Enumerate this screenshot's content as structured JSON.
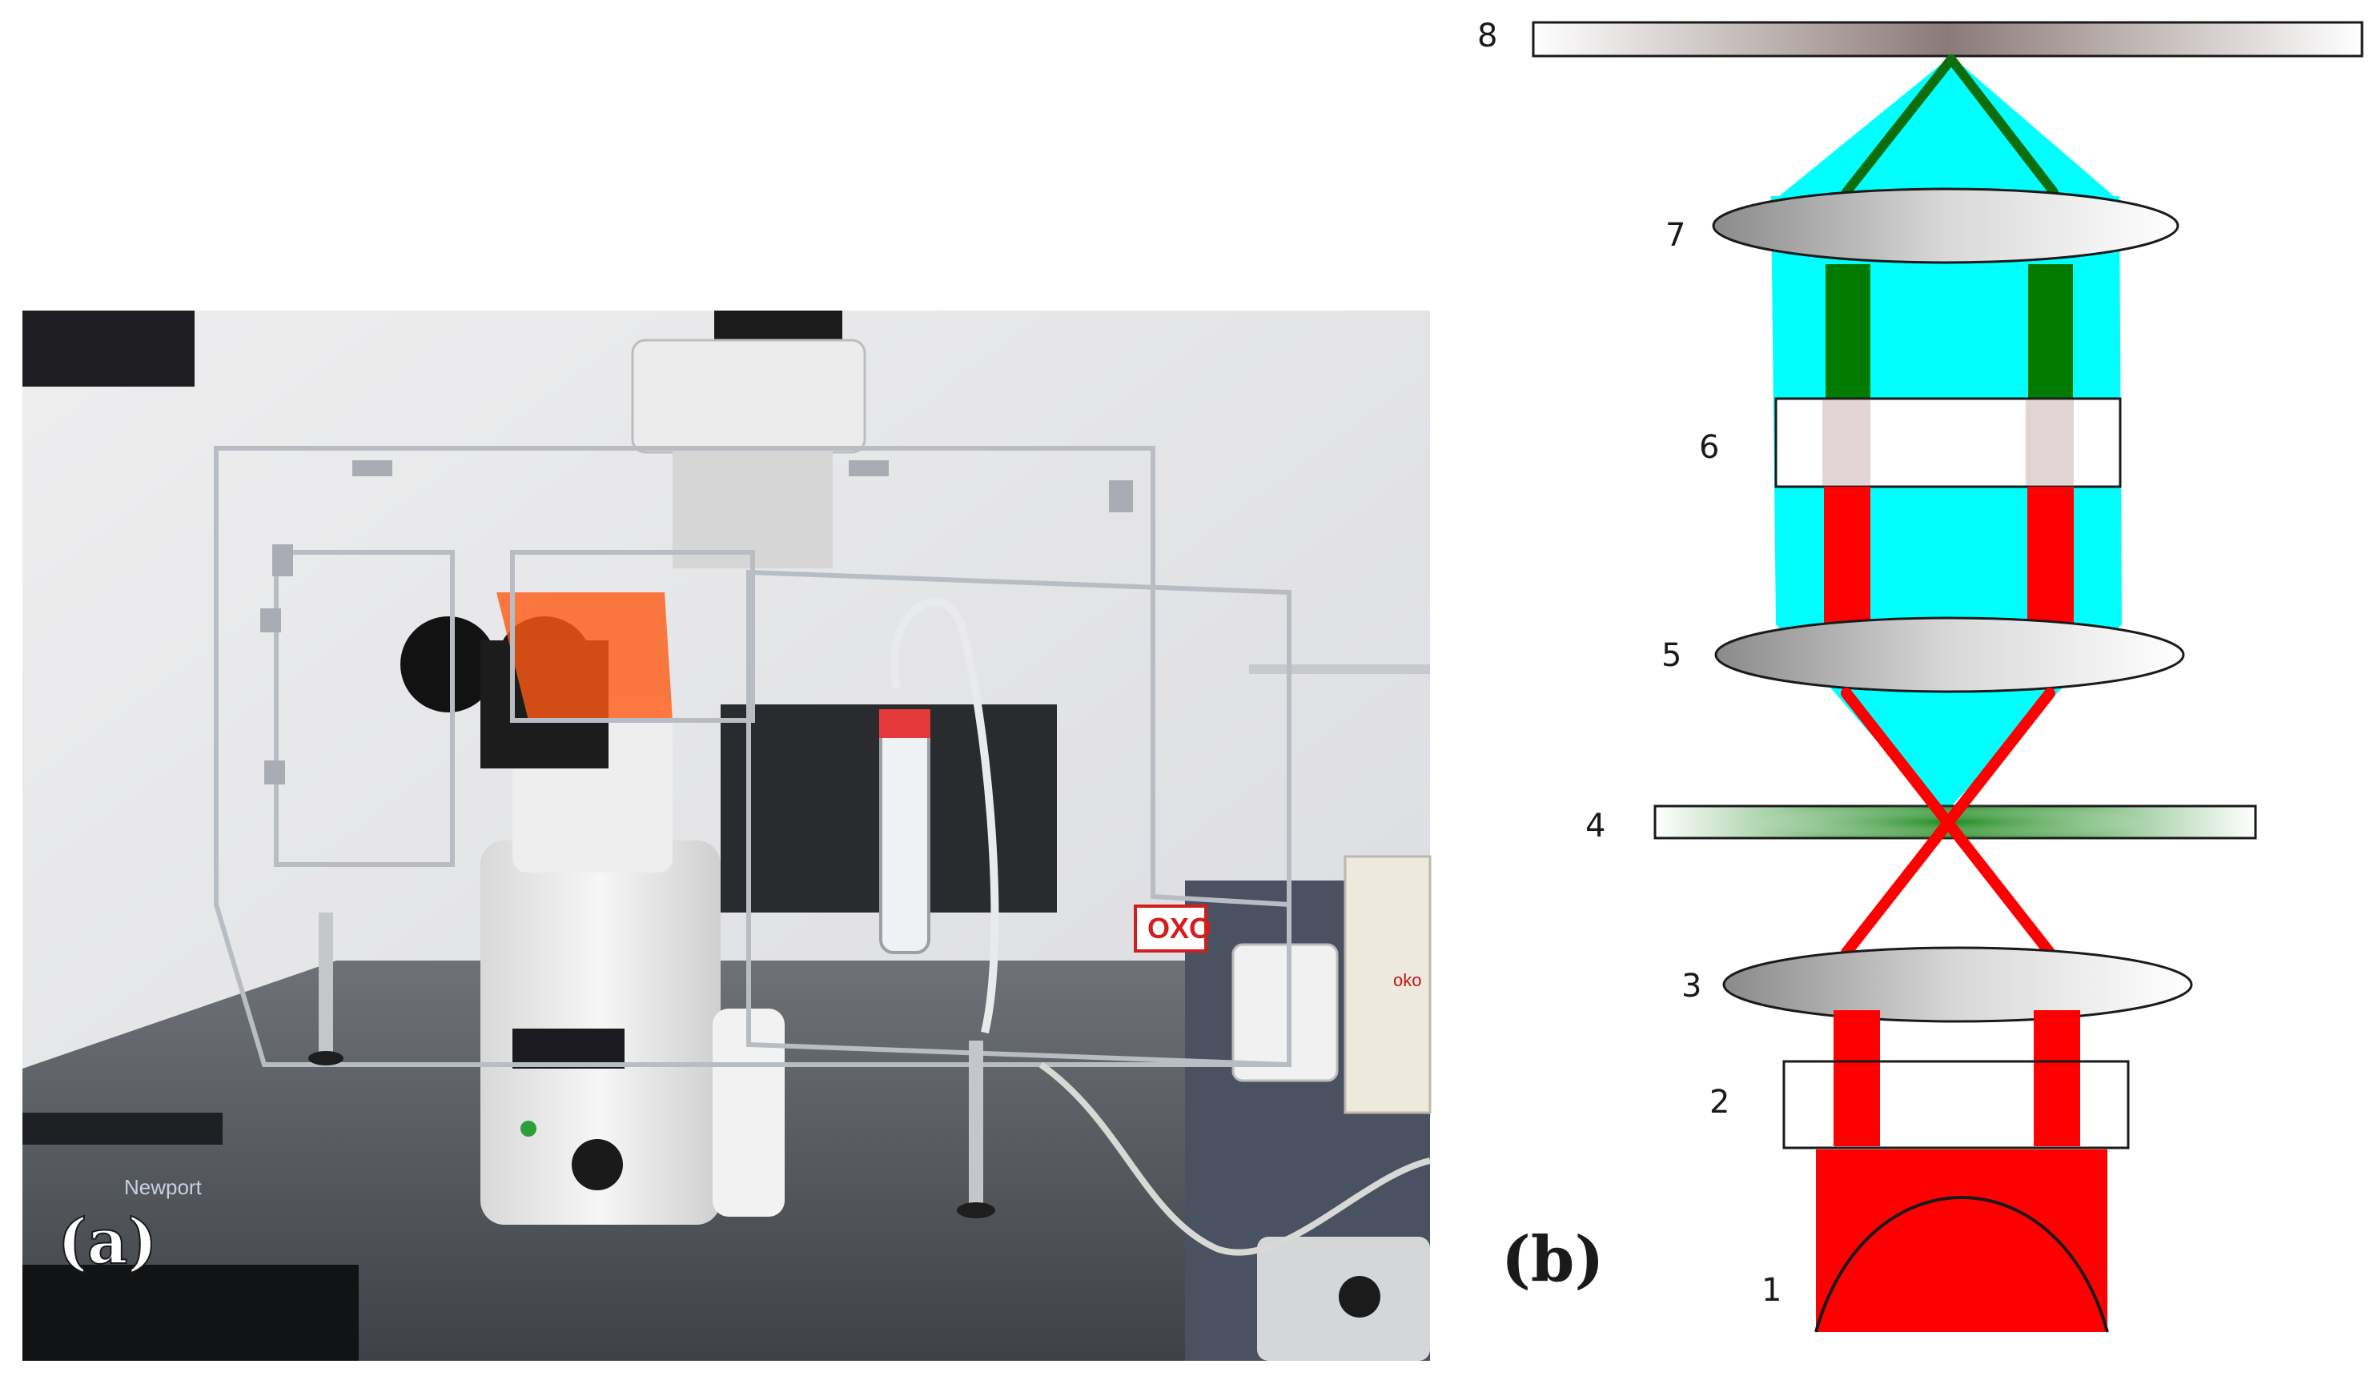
{
  "panels": {
    "a": {
      "label": "(a)"
    },
    "b": {
      "label": "(b)"
    }
  },
  "photo": {
    "display_readout": "",
    "brand_left": "Newport",
    "brand_right": "oko"
  },
  "diagram": {
    "components": [
      {
        "label": "1"
      },
      {
        "label": "2"
      },
      {
        "label": "3"
      },
      {
        "label": "4"
      },
      {
        "label": "5"
      },
      {
        "label": "6"
      },
      {
        "label": "7"
      },
      {
        "label": "8"
      }
    ]
  },
  "colors": {
    "red_beam": "#ff0000",
    "green_beam": "#007a00",
    "cyan_field": "#00ffff",
    "filter_gray": "#e0d4d4"
  }
}
